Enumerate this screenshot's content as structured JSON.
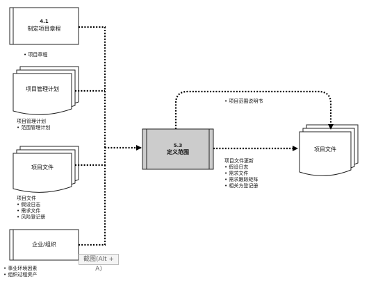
{
  "process": {
    "number": "5.3",
    "name": "定义范围"
  },
  "inputs": [
    {
      "box_number": "4.1",
      "box_title": "制定项目章程",
      "items": [
        "项目章程"
      ]
    },
    {
      "box_title": "项目管理计划",
      "heading": "项目管理计划",
      "items": [
        "范围管理计划"
      ]
    },
    {
      "box_title": "项目文件",
      "heading": "项目文件",
      "items": [
        "假设日志",
        "需求文件",
        "风险登记册"
      ]
    },
    {
      "box_title": "企业/组织",
      "items": [
        "事业环境因素",
        "组织过程资产"
      ]
    }
  ],
  "output": {
    "box_title": "项目文件",
    "top_label": "项目范围说明书",
    "heading": "项目文件更新",
    "items": [
      "假设日志",
      "需求文件",
      "需求跟踪矩阵",
      "相关方登记册"
    ]
  },
  "tooltip": "截图(Alt + A)",
  "colors": {
    "process_fill": "#cccccc",
    "arrow": "#000000",
    "box_border": "#222222"
  }
}
